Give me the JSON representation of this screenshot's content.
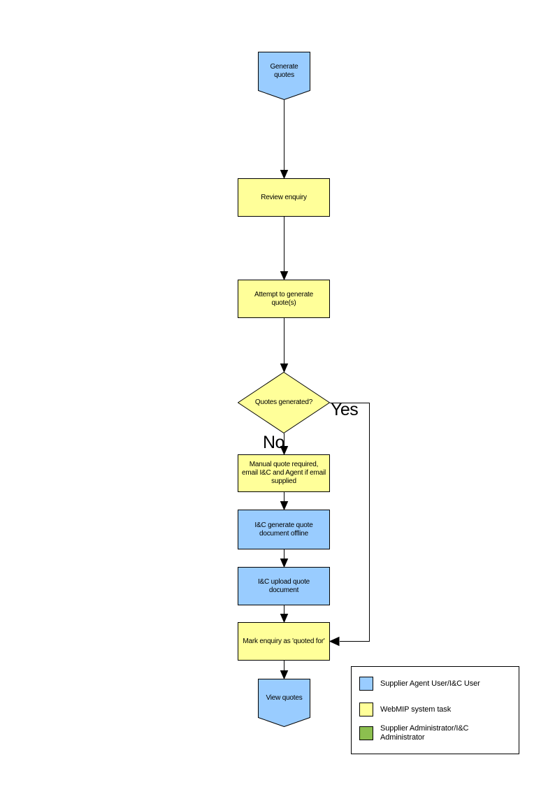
{
  "flowchart": {
    "nodes": {
      "start": {
        "label": "Generate quotes"
      },
      "review": {
        "label": "Review enquiry"
      },
      "attempt": {
        "label": "Attempt to generate quote(s)"
      },
      "decision": {
        "label": "Quotes generated?"
      },
      "manual": {
        "label": "Manual quote required, email I&C and Agent if email supplied"
      },
      "generate_offline": {
        "label": "I&C generate quote document offline"
      },
      "upload": {
        "label": "I&C upload quote document"
      },
      "mark": {
        "label": "Mark enquiry as 'quoted for'"
      },
      "end": {
        "label": "View quotes"
      }
    },
    "branch_labels": {
      "yes": "Yes",
      "no": "No"
    }
  },
  "legend": {
    "items": [
      {
        "label": "Supplier Agent User/I&C User",
        "color": "#99CCFF"
      },
      {
        "label": "WebMIP system task",
        "color": "#FFFF99"
      },
      {
        "label": "Supplier Administrator/I&C Administrator",
        "color": "#8CBF4F"
      }
    ]
  },
  "colors": {
    "user_task_fill": "#99CCFF",
    "system_task_fill": "#FFFF99",
    "admin_fill": "#8CBF4F",
    "shape_border": "#000000",
    "connector": "#000000",
    "page_background": "#FFFFFF"
  }
}
